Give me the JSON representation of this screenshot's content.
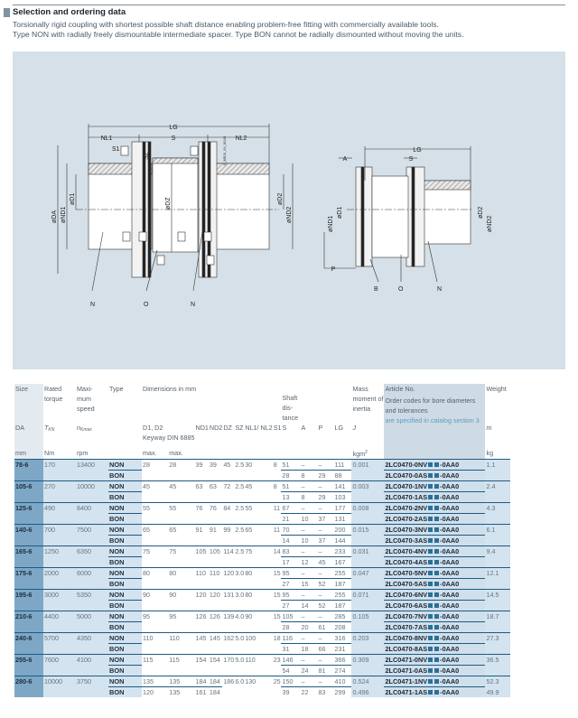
{
  "section": {
    "title": "Selection and ordering data",
    "description_line1": "Torsionally rigid coupling with shortest possible shaft distance enabling problem-free fitting with commercially available tools.",
    "description_line2": "Type NON with radially freely dismountable intermediate spacer. Type BON cannot be radially dismounted without moving the units."
  },
  "figure": {
    "left_drawing": {
      "dims": [
        "LG",
        "NL1",
        "S",
        "NL2",
        "S1",
        "SZ",
        "øDA",
        "øND1",
        "øD1",
        "øDZ",
        "øD2",
        "øND2"
      ],
      "parts": [
        "N",
        "O",
        "N"
      ],
      "drawing_id": "G_MD10_XX_00148"
    },
    "right_drawing": {
      "dims": [
        "LG",
        "A",
        "S",
        "øND1",
        "øD1",
        "øD2",
        "øND2",
        "P"
      ],
      "parts": [
        "B",
        "O",
        "N"
      ]
    }
  },
  "table": {
    "headers": {
      "size": "Size",
      "rated_torque": "Rated torque",
      "max_speed": "Maxi- mum speed",
      "type": "Type",
      "dimensions": "Dimensions in mm",
      "shaft_distance": "Shaft dis- tance",
      "mass_moment": "Mass moment of inertia",
      "article": "Article No.",
      "article_note": "Order codes for bore diameters and tolerances",
      "article_link": "are specified in catalog section 3",
      "weight": "Weight"
    },
    "symbols": {
      "size": "DA",
      "torque": "T",
      "torque_sub": "KN",
      "speed": "n",
      "speed_sub": "Kmax",
      "d1d2": "D1, D2",
      "keyway": "Keyway DIN 6885",
      "nd1": "ND1",
      "nd2": "ND2",
      "dz": "DZ",
      "sz": "SZ",
      "nl": "NL1/ NL2",
      "s1": "S1",
      "s": "S",
      "a": "A",
      "p": "P",
      "lg": "LG",
      "j": "J",
      "m": "m"
    },
    "units": {
      "size": "mm",
      "torque": "Nm",
      "speed": "rpm",
      "d1": "max.",
      "d2": "max.",
      "j": "kgm",
      "j_sup": "2",
      "weight": "kg"
    },
    "rows": [
      {
        "size": "78-6",
        "tkn": "170",
        "n": "13400",
        "d1": "28",
        "d2": "28",
        "nd1": "39",
        "nd2": "39",
        "dz": "45",
        "sz": "2.5",
        "nl": "30",
        "s1": "8",
        "j": "0.001",
        "w": "1.1",
        "non": {
          "s": "51",
          "a": "–",
          "p": "–",
          "lg": "111",
          "art": "2LC0470-0NV",
          "suf": "-0AA0"
        },
        "bon": {
          "s": "28",
          "a": "8",
          "p": "29",
          "lg": "88",
          "art": "2LC0470-0AS",
          "suf": "-0AA0"
        }
      },
      {
        "size": "105-6",
        "tkn": "270",
        "n": "10000",
        "d1": "45",
        "d2": "45",
        "nd1": "63",
        "nd2": "63",
        "dz": "72",
        "sz": "2.5",
        "nl": "45",
        "s1": "8",
        "j": "0.003",
        "w": "2.4",
        "non": {
          "s": "51",
          "a": "–",
          "p": "–",
          "lg": "141",
          "art": "2LC0470-1NV",
          "suf": "-0AA0"
        },
        "bon": {
          "s": "13",
          "a": "8",
          "p": "29",
          "lg": "103",
          "art": "2LC0470-1AS",
          "suf": "-0AA0"
        }
      },
      {
        "size": "125-6",
        "tkn": "490",
        "n": "8400",
        "d1": "55",
        "d2": "55",
        "nd1": "76",
        "nd2": "76",
        "dz": "84",
        "sz": "2.5",
        "nl": "55",
        "s1": "11",
        "j": "0.008",
        "w": "4.3",
        "non": {
          "s": "67",
          "a": "–",
          "p": "–",
          "lg": "177",
          "art": "2LC0470-2NV",
          "suf": "-0AA0"
        },
        "bon": {
          "s": "21",
          "a": "10",
          "p": "37",
          "lg": "131",
          "art": "2LC0470-2AS",
          "suf": "-0AA0"
        }
      },
      {
        "size": "140-6",
        "tkn": "700",
        "n": "7500",
        "d1": "65",
        "d2": "65",
        "nd1": "91",
        "nd2": "91",
        "dz": "99",
        "sz": "2.5",
        "nl": "65",
        "s1": "11",
        "j": "0.015",
        "w": "6.1",
        "non": {
          "s": "70",
          "a": "–",
          "p": "–",
          "lg": "200",
          "art": "2LC0470-3NV",
          "suf": "-0AA0"
        },
        "bon": {
          "s": "14",
          "a": "10",
          "p": "37",
          "lg": "144",
          "art": "2LC0470-3AS",
          "suf": "-0AA0"
        }
      },
      {
        "size": "165-6",
        "tkn": "1250",
        "n": "6350",
        "d1": "75",
        "d2": "75",
        "nd1": "105",
        "nd2": "105",
        "dz": "114",
        "sz": "2.5",
        "nl": "75",
        "s1": "14",
        "j": "0.031",
        "w": "9.4",
        "non": {
          "s": "83",
          "a": "–",
          "p": "–",
          "lg": "233",
          "art": "2LC0470-4NV",
          "suf": "-0AA0"
        },
        "bon": {
          "s": "17",
          "a": "12",
          "p": "45",
          "lg": "167",
          "art": "2LC0470-4AS",
          "suf": "-0AA0"
        }
      },
      {
        "size": "175-6",
        "tkn": "2000",
        "n": "6000",
        "d1": "80",
        "d2": "80",
        "nd1": "110",
        "nd2": "110",
        "dz": "120",
        "sz": "3.0",
        "nl": "80",
        "s1": "15",
        "j": "0.047",
        "w": "12.1",
        "non": {
          "s": "95",
          "a": "–",
          "p": "–",
          "lg": "255",
          "art": "2LC0470-5NV",
          "suf": "-0AA0"
        },
        "bon": {
          "s": "27",
          "a": "15",
          "p": "52",
          "lg": "187",
          "art": "2LC0470-5AS",
          "suf": "-0AA0"
        }
      },
      {
        "size": "195-6",
        "tkn": "3000",
        "n": "5350",
        "d1": "90",
        "d2": "90",
        "nd1": "120",
        "nd2": "120",
        "dz": "131",
        "sz": "3.0",
        "nl": "80",
        "s1": "15",
        "j": "0.071",
        "w": "14.5",
        "non": {
          "s": "95",
          "a": "–",
          "p": "–",
          "lg": "255",
          "art": "2LC0470-6NV",
          "suf": "-0AA0"
        },
        "bon": {
          "s": "27",
          "a": "14",
          "p": "52",
          "lg": "187",
          "art": "2LC0470-6AS",
          "suf": "-0AA0"
        }
      },
      {
        "size": "210-6",
        "tkn": "4400",
        "n": "5000",
        "d1": "95",
        "d2": "95",
        "nd1": "126",
        "nd2": "126",
        "dz": "139",
        "sz": "4.0",
        "nl": "90",
        "s1": "15",
        "j": "0.105",
        "w": "18.7",
        "non": {
          "s": "105",
          "a": "–",
          "p": "–",
          "lg": "285",
          "art": "2LC0470-7NV",
          "suf": "-0AA0"
        },
        "bon": {
          "s": "28",
          "a": "20",
          "p": "61",
          "lg": "208",
          "art": "2LC0470-7AS",
          "suf": "-0AA0"
        }
      },
      {
        "size": "240-6",
        "tkn": "5700",
        "n": "4350",
        "d1": "110",
        "d2": "110",
        "nd1": "145",
        "nd2": "145",
        "dz": "162",
        "sz": "5.0",
        "nl": "100",
        "s1": "18",
        "j": "0.203",
        "w": "27.3",
        "non": {
          "s": "116",
          "a": "–",
          "p": "–",
          "lg": "316",
          "art": "2LC0470-8NV",
          "suf": "-0AA0"
        },
        "bon": {
          "s": "31",
          "a": "18",
          "p": "66",
          "lg": "231",
          "art": "2LC0470-8AS",
          "suf": "-0AA0"
        }
      },
      {
        "size": "255-6",
        "tkn": "7600",
        "n": "4100",
        "d1": "115",
        "d2": "115",
        "nd1": "154",
        "nd2": "154",
        "dz": "170",
        "sz": "5.0",
        "nl": "110",
        "s1": "23",
        "j": "0.309",
        "w": "36.5",
        "non": {
          "s": "146",
          "a": "–",
          "p": "–",
          "lg": "366",
          "art": "2LC0471-0NV",
          "suf": "-0AA0"
        },
        "bon": {
          "s": "54",
          "a": "24",
          "p": "81",
          "lg": "274",
          "art": "2LC0471-0AS",
          "suf": "-0AA0"
        }
      },
      {
        "size": "280-6",
        "tkn": "10000",
        "n": "3750",
        "d1": "135",
        "d2": "135",
        "nd1": "184",
        "nd2": "184",
        "dz": "186",
        "sz": "6.0",
        "nl": "130",
        "s1": "25",
        "j": "0.524",
        "w": "52.3",
        "non": {
          "s": "150",
          "a": "–",
          "p": "–",
          "lg": "410",
          "art": "2LC0471-1NV",
          "suf": "-0AA0"
        },
        "bon": {
          "s": "39",
          "a": "22",
          "p": "83",
          "lg": "299",
          "art": "2LC0471-1AS",
          "suf": "-0AA0",
          "d1": "120",
          "d2": "135",
          "nd1": "161",
          "nd2": "184",
          "j": "0.496",
          "w": "49.9"
        }
      }
    ],
    "type_labels": {
      "non": "NON",
      "bon": "BON"
    }
  },
  "colors": {
    "figure_bg": "#d5e0e8",
    "size_col": "#7ea7c6",
    "light_col": "#d3e3ef",
    "rule": "#1f5a82",
    "square": "#2c6f98"
  }
}
